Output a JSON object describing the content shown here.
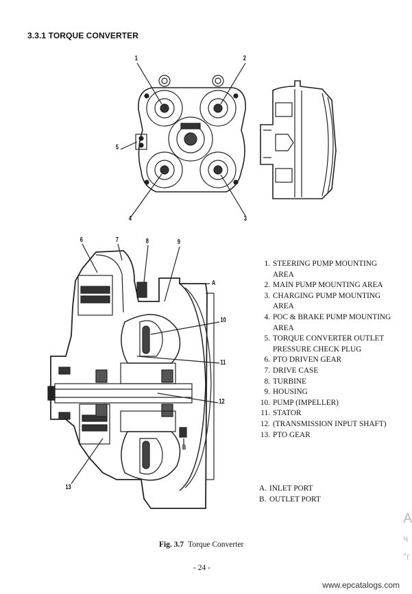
{
  "section_heading": "3.3.1 TORQUE CONVERTER",
  "top_callouts": [
    "1",
    "2",
    "3",
    "4",
    "5"
  ],
  "main_callouts": [
    "6",
    "7",
    "8",
    "9",
    "10",
    "11",
    "12",
    "13",
    "A",
    "B"
  ],
  "legend": [
    {
      "num": "1.",
      "text": "STEERING PUMP MOUNTING AREA"
    },
    {
      "num": "2.",
      "text": "MAIN PUMP MOUNTING AREA"
    },
    {
      "num": "3.",
      "text": "CHARGING PUMP MOUNTING AREA"
    },
    {
      "num": "4.",
      "text": "POC & BRAKE PUMP MOUNTING AREA"
    },
    {
      "num": "5.",
      "text": "TORQUE CONVERTER OUTLET PRESSURE CHECK PLUG"
    },
    {
      "num": "6.",
      "text": "PTO DRIVEN GEAR"
    },
    {
      "num": "7.",
      "text": "DRIVE CASE"
    },
    {
      "num": "8.",
      "text": "TURBINE"
    },
    {
      "num": "9.",
      "text": "HOUSING"
    },
    {
      "num": "10.",
      "text": "PUMP (IMPELLER)"
    },
    {
      "num": "11.",
      "text": "STATOR"
    },
    {
      "num": "12.",
      "text": "(TRANSMISSION INPUT SHAFT)"
    },
    {
      "num": "13.",
      "text": "PTO GEAR"
    }
  ],
  "ports": [
    {
      "key": "A.",
      "text": "INLET PORT"
    },
    {
      "key": "B.",
      "text": "OUTLET PORT"
    }
  ],
  "caption": {
    "label": "Fig. 3.7",
    "text": "Torque Converter"
  },
  "page_number": "- 24 -",
  "watermark": "www.epcatalogs.com",
  "edge_glyphs": [
    "A",
    "ч",
    "\"г"
  ]
}
